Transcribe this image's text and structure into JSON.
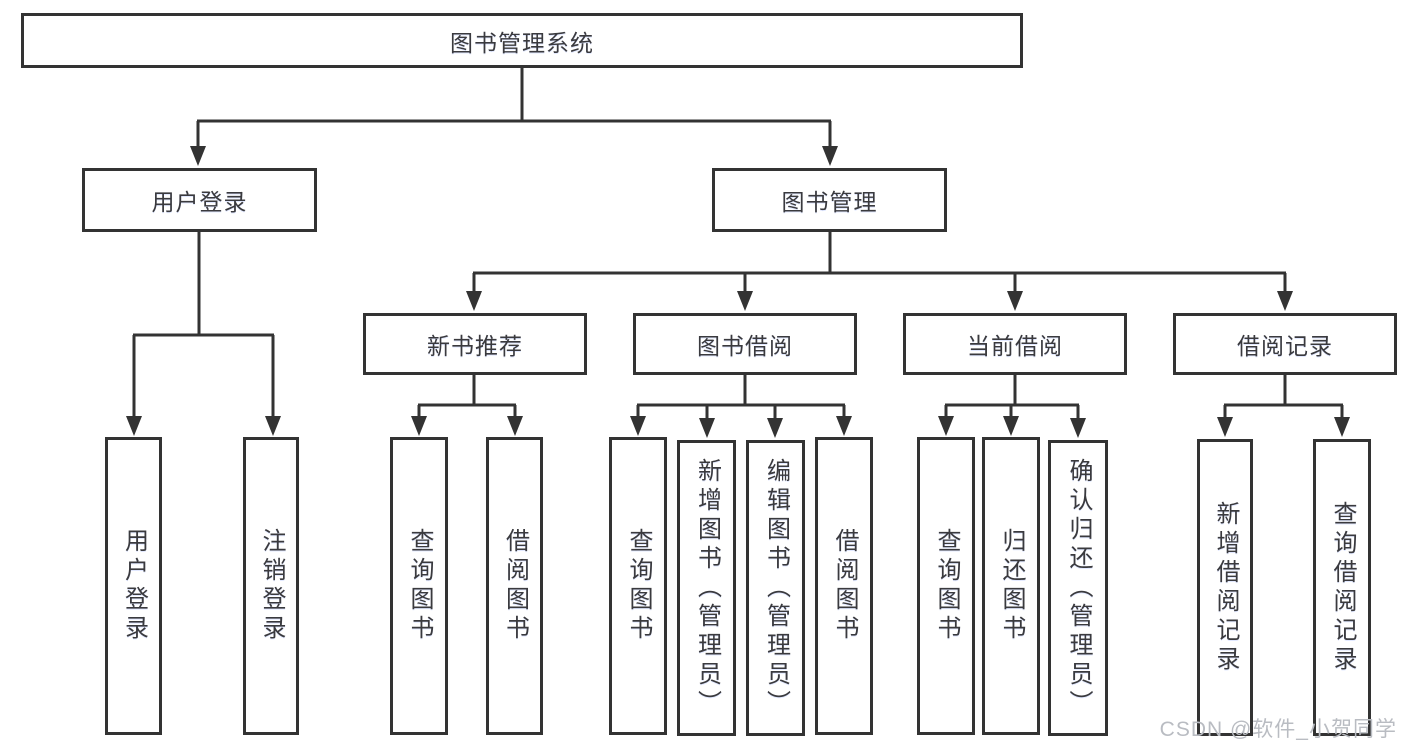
{
  "tree": {
    "label": "图书管理系统",
    "children": [
      {
        "label": "用户登录",
        "children": [
          {
            "label": "用户登录"
          },
          {
            "label": "注销登录"
          }
        ]
      },
      {
        "label": "图书管理",
        "children": [
          {
            "label": "新书推荐",
            "children": [
              {
                "label": "查询图书"
              },
              {
                "label": "借阅图书"
              }
            ]
          },
          {
            "label": "图书借阅",
            "children": [
              {
                "label": "查询图书"
              },
              {
                "label": "新增图书（管理员）"
              },
              {
                "label": "编辑图书（管理员）"
              },
              {
                "label": "借阅图书"
              }
            ]
          },
          {
            "label": "当前借阅",
            "children": [
              {
                "label": "查询图书"
              },
              {
                "label": "归还图书"
              },
              {
                "label": "确认归还（管理员）"
              }
            ]
          },
          {
            "label": "借阅记录",
            "children": [
              {
                "label": "新增借阅记录"
              },
              {
                "label": "查询借阅记录"
              }
            ]
          }
        ]
      }
    ]
  },
  "watermark": {
    "text": "CSDN @软件_小贺同学"
  },
  "colors": {
    "line": "#333333",
    "border": "#333333",
    "text": "#3a3a3e",
    "background": "#ffffff",
    "watermark": "#b9bcc2"
  }
}
